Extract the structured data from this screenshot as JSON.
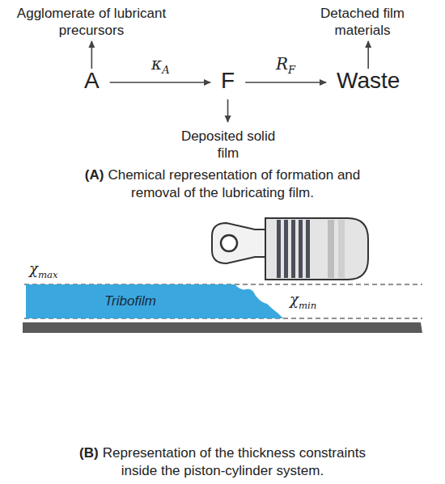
{
  "diagram": {
    "nodes": [
      {
        "text": [
          "Agglomerate of lubricant precursors"
        ]
      },
      {
        "text": [
          "Detached film materials"
        ]
      },
      {
        "text": [
          "A"
        ]
      },
      {
        "text": [
          "F"
        ]
      },
      {
        "text": [
          "Waste"
        ]
      },
      {
        "text": [
          "Deposited solid film"
        ]
      },
      {
        "text": [
          "Tribofilm"
        ]
      }
    ],
    "edges": [
      {
        "from": 2,
        "to": 0,
        "arrow": "to"
      },
      {
        "from": 4,
        "to": 1,
        "arrow": "to"
      },
      {
        "from": 2,
        "to": 3,
        "label": "κA",
        "arrow": "to"
      },
      {
        "from": 3,
        "to": 4,
        "label": "RF",
        "arrow": "to"
      },
      {
        "from": 3,
        "to": 5,
        "arrow": "to"
      }
    ],
    "labels": [
      "(A)",
      "Chemical representation of formation and removal of the lubricating film.",
      "χmax",
      "χmin",
      "(B)",
      "Representation of the thickness constraints inside the piston-cylinder system."
    ]
  }
}
